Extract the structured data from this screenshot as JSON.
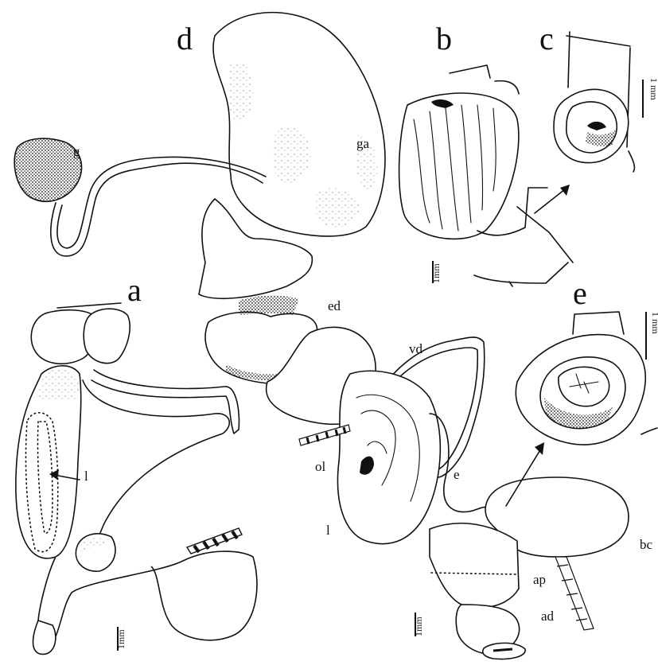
{
  "figure": {
    "panels": {
      "a": "a",
      "b": "b",
      "c": "c",
      "d": "d",
      "e": "e"
    },
    "labels": {
      "g": "g",
      "ga": "ga",
      "ed": "ed",
      "vd": "vd",
      "l_a": "l",
      "l_d": "l",
      "ol": "ol",
      "e": "e",
      "bc": "bc",
      "ap": "ap",
      "ad": "ad"
    },
    "scales": {
      "a": "1mm",
      "b": "1mm",
      "c": "1 mm",
      "d": "1mm",
      "e": "1 mm"
    }
  }
}
